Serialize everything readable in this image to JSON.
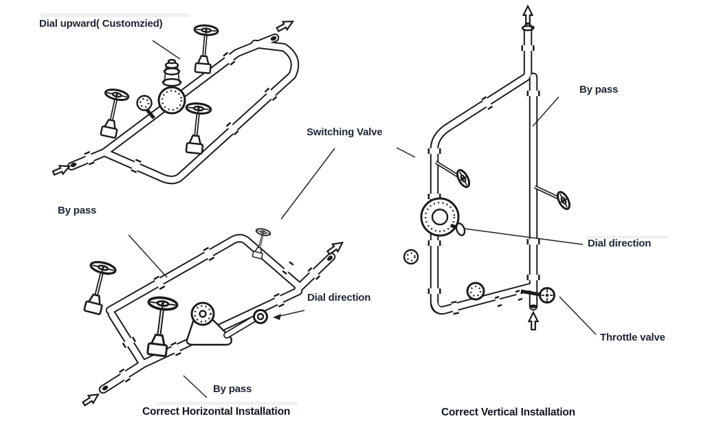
{
  "page": {
    "background": "#ffffff",
    "label_color": "#1d2433",
    "caption_color": "#10151d",
    "line_color": "#1a1a1a"
  },
  "labels": {
    "dial_upward": "Dial upward( Customzied)",
    "switching_valve": "Switching Valve",
    "bypass_horizontal_top": "By pass",
    "dial_direction_horizontal": "Dial direction",
    "bypass_horizontal_bottom": "By pass",
    "bypass_vertical": "By pass",
    "dial_direction_vertical": "Dial direction",
    "throttle_valve": "Throttle valve"
  },
  "captions": {
    "horizontal": "Correct Horizontal Installation",
    "vertical": "Correct Vertical Installation"
  }
}
